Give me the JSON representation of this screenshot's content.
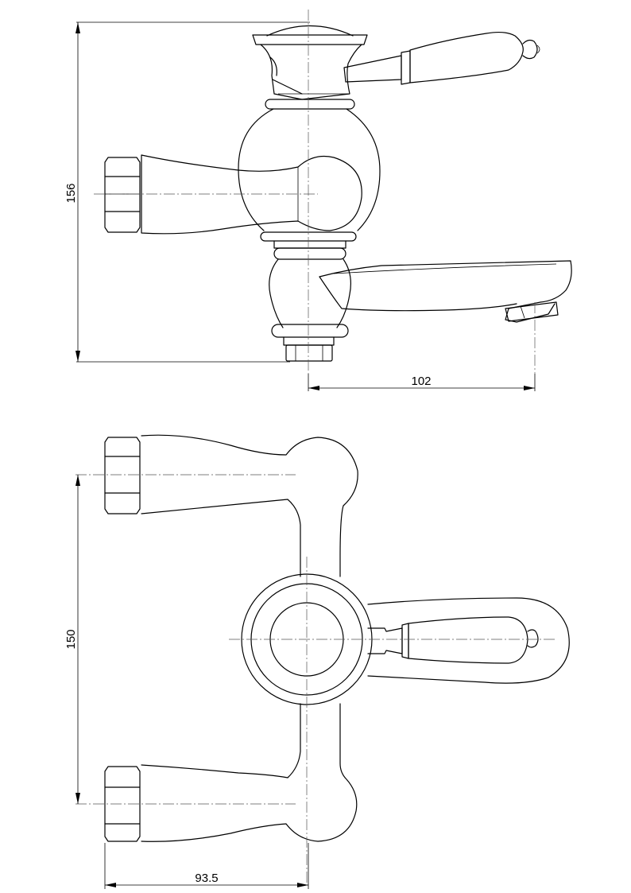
{
  "side_view": {
    "dimension_height": "156",
    "dimension_spout": "102"
  },
  "top_view": {
    "dimension_height": "150",
    "dimension_width": "93.5"
  }
}
